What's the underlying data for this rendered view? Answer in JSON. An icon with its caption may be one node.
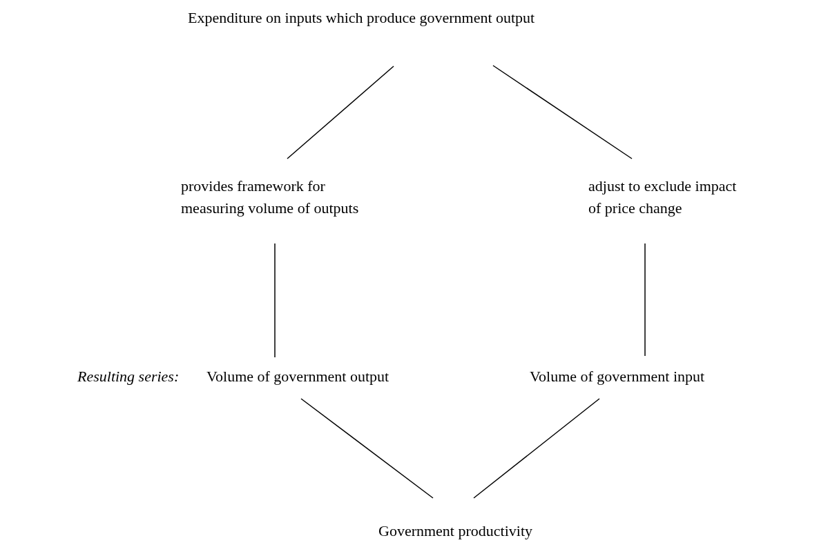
{
  "diagram": {
    "nodes": [
      {
        "text": [
          "Expenditure on inputs which produce government output"
        ]
      },
      {
        "text": [
          "provides framework for measuring volume of outputs"
        ]
      },
      {
        "text": [
          "adjust to exclude impact of price change"
        ]
      },
      {
        "text": [
          "Volume of government output"
        ]
      },
      {
        "text": [
          "Volume of government input"
        ]
      },
      {
        "text": [
          "Government productivity"
        ]
      }
    ],
    "edges": [
      {
        "from": 0,
        "to": 1,
        "arrow": "none"
      },
      {
        "from": 0,
        "to": 2,
        "arrow": "none"
      },
      {
        "from": 1,
        "to": 3,
        "arrow": "none"
      },
      {
        "from": 2,
        "to": 4,
        "arrow": "none"
      },
      {
        "from": 3,
        "to": 5,
        "arrow": "none"
      },
      {
        "from": 4,
        "to": 5,
        "arrow": "none"
      }
    ],
    "labels": [
      "Resulting series:"
    ]
  }
}
